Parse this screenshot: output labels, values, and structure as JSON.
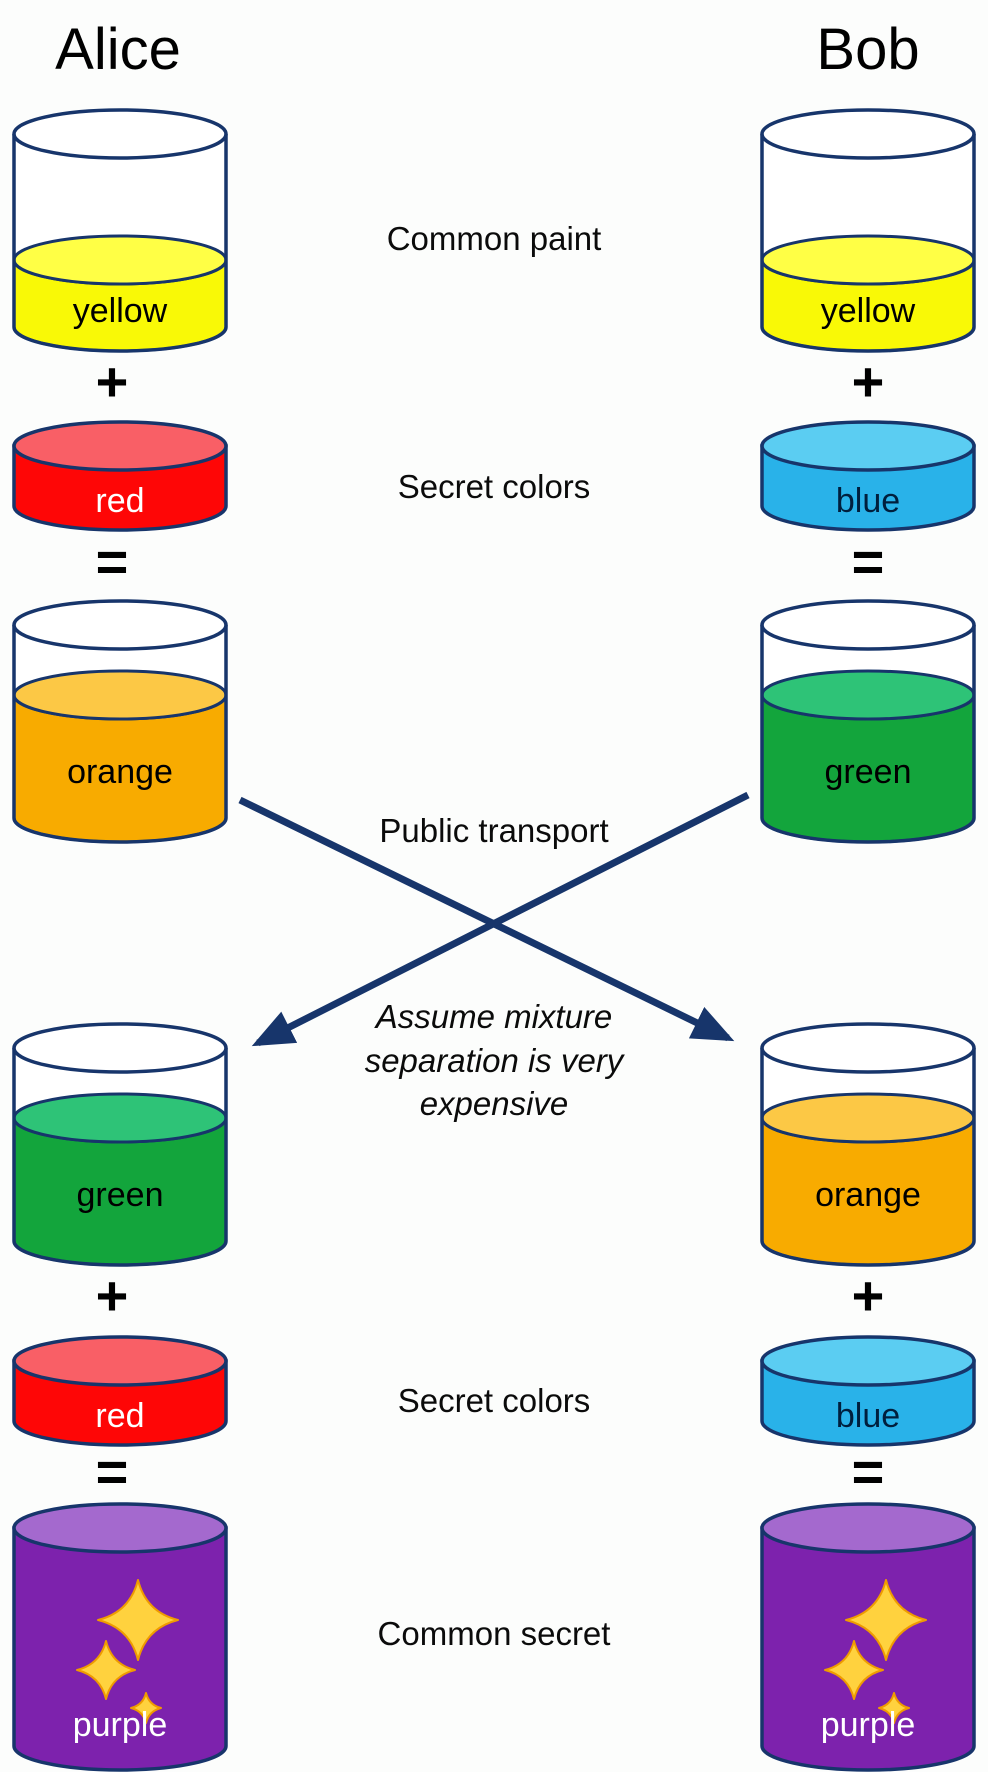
{
  "titles": {
    "alice": "Alice",
    "bob": "Bob"
  },
  "center_labels": {
    "common_paint": "Common paint",
    "secret_colors_top": "Secret colors",
    "public_transport": "Public transport",
    "mixture_note_lines": [
      "Assume mixture",
      "separation is very",
      "expensive"
    ],
    "secret_colors_bottom": "Secret colors",
    "common_secret": "Common secret"
  },
  "operators": {
    "plus": "+",
    "equals": "="
  },
  "outline_color": "#17356b",
  "arrow_color": "#17356b",
  "sparkle": {
    "fill": "#ffd23e",
    "stroke": "#ef9b00"
  },
  "paints": {
    "yellow": {
      "side": "#f9f906",
      "top": "#ffff45",
      "label_color": "#000000"
    },
    "red": {
      "side": "#fe0606",
      "top": "#f95f66",
      "label_color": "#ffffff"
    },
    "blue": {
      "side": "#29b2e9",
      "top": "#5bcdf2",
      "label_color": "#001f3d"
    },
    "orange": {
      "side": "#f8ab00",
      "top": "#fcc845",
      "label_color": "#000000"
    },
    "green": {
      "side": "#13a53c",
      "top": "#2ec377",
      "label_color": "#000000"
    },
    "purple": {
      "side": "#7d22ad",
      "top": "#a469ce",
      "label_color": "#ffffff"
    }
  },
  "buckets": {
    "alice_common": {
      "variant": "tall",
      "level": "low",
      "paint": "yellow",
      "label": "yellow"
    },
    "alice_secret1": {
      "variant": "short",
      "paint": "red",
      "label": "red"
    },
    "alice_mix": {
      "variant": "tall",
      "level": "high",
      "paint": "orange",
      "label": "orange"
    },
    "alice_received": {
      "variant": "tall",
      "level": "high",
      "paint": "green",
      "label": "green"
    },
    "alice_secret2": {
      "variant": "short",
      "paint": "red",
      "label": "red"
    },
    "alice_final": {
      "variant": "full",
      "paint": "purple",
      "label": "purple",
      "sparkles": true
    },
    "bob_common": {
      "variant": "tall",
      "level": "low",
      "paint": "yellow",
      "label": "yellow"
    },
    "bob_secret1": {
      "variant": "short",
      "paint": "blue",
      "label": "blue"
    },
    "bob_mix": {
      "variant": "tall",
      "level": "high",
      "paint": "green",
      "label": "green"
    },
    "bob_received": {
      "variant": "tall",
      "level": "high",
      "paint": "orange",
      "label": "orange"
    },
    "bob_secret2": {
      "variant": "short",
      "paint": "blue",
      "label": "blue"
    },
    "bob_final": {
      "variant": "full",
      "paint": "purple",
      "label": "purple",
      "sparkles": true
    }
  }
}
